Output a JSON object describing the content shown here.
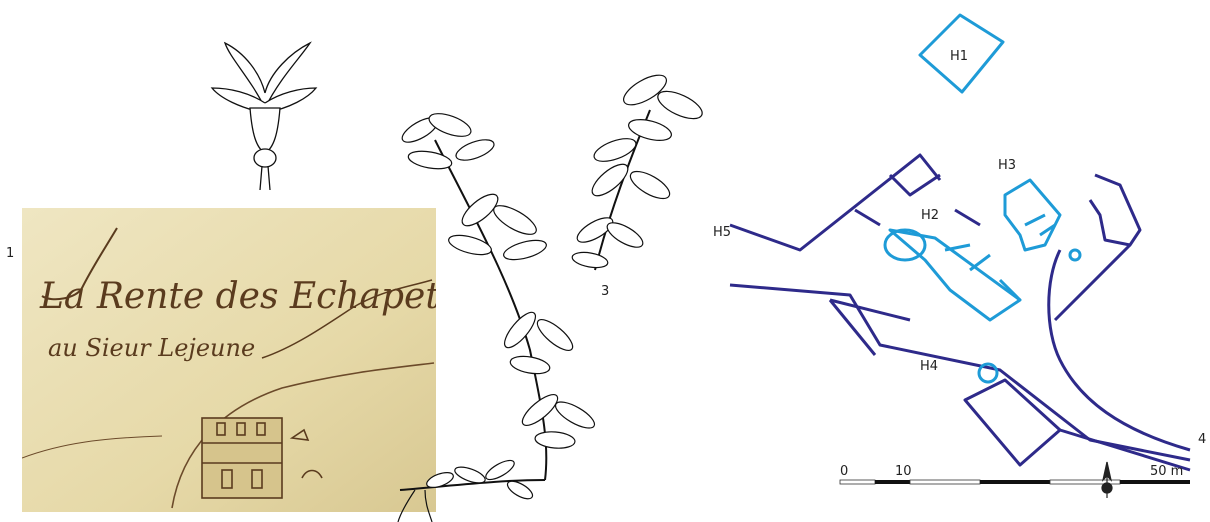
{
  "figure_numbers": {
    "n1": "1",
    "n3": "3",
    "n4": "4"
  },
  "manuscript": {
    "title": "La Rente des Echapets",
    "subtitle": "au Sieur Lejeune"
  },
  "plan": {
    "labels": {
      "h1": "H1",
      "h2": "H2",
      "h3": "H3",
      "h4": "H4",
      "h5": "H5"
    },
    "scale": {
      "start": "0",
      "mid": "10",
      "end": "50 m"
    },
    "colors": {
      "walls": "#2e2a8a",
      "buildings": "#1e9bd7"
    }
  },
  "colors": {
    "ink": "#5a3b1e",
    "paper": "#e8dcae"
  }
}
